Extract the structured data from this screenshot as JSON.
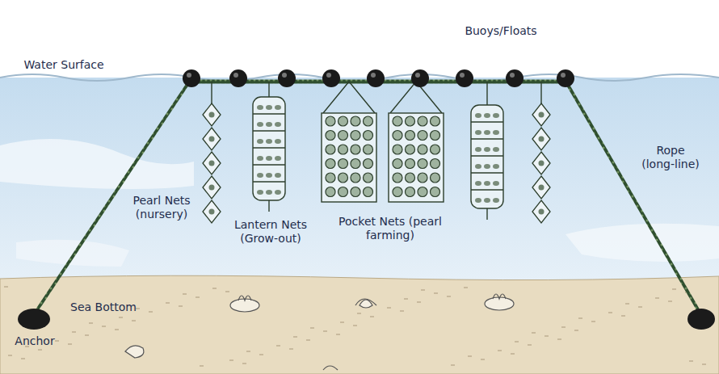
{
  "diagram": {
    "labels": [
      "Buoys/Floats",
      "Water Surface",
      "Rope (long-line)",
      "Pearl Nets (nursery)",
      "Lantern Nets (Grow-out)",
      "Pocket Nets (pearl farming)",
      "Sea Bottom",
      "Anchor"
    ]
  }
}
